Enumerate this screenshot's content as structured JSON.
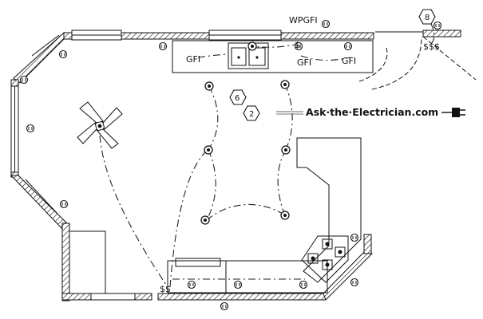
{
  "labels": {
    "wp_gfi": "WPGFI",
    "gfi_left": "GFI",
    "gfi_mid": "GFI",
    "gfi_right": "GFI",
    "switch_top": "$",
    "switch_triple": "$$$",
    "switch_bottom": "$$"
  },
  "keys": {
    "key_6": "6",
    "key_2": "2",
    "key_8": "8"
  },
  "logo": {
    "text": "Ask·the·Electrician.com"
  },
  "colors": {
    "line": "#111111",
    "background": "#ffffff"
  }
}
